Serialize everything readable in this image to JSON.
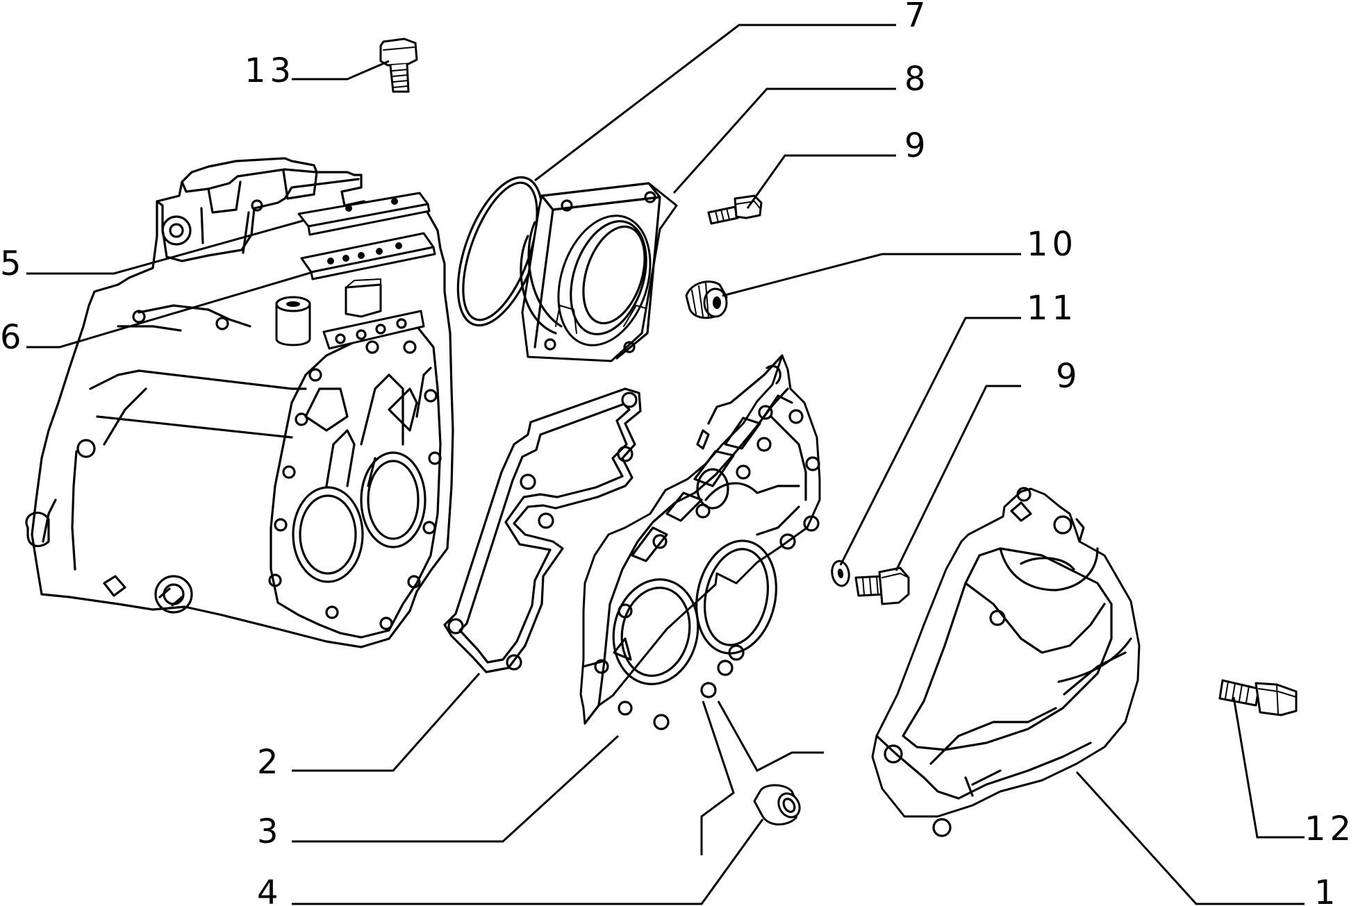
{
  "callouts": [
    {
      "id": "c1",
      "text": "1"
    },
    {
      "id": "c2",
      "text": "2"
    },
    {
      "id": "c3",
      "text": "3"
    },
    {
      "id": "c4",
      "text": "4"
    },
    {
      "id": "c5",
      "text": "5"
    },
    {
      "id": "c6",
      "text": "6"
    },
    {
      "id": "c7",
      "text": "7"
    },
    {
      "id": "c8",
      "text": "8"
    },
    {
      "id": "c9a",
      "text": "9"
    },
    {
      "id": "c10",
      "text": "10"
    },
    {
      "id": "c11",
      "text": "11"
    },
    {
      "id": "c9b",
      "text": "9"
    },
    {
      "id": "c12",
      "text": "12"
    },
    {
      "id": "c13",
      "text": "13"
    }
  ]
}
